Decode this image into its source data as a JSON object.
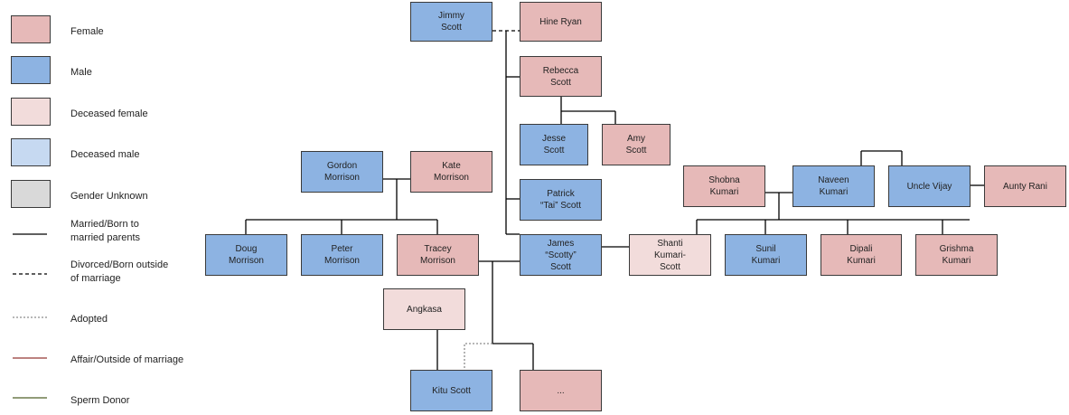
{
  "colors": {
    "female": "#e6b9b8",
    "male": "#8db3e2",
    "deceased_female": "#f2dcdb",
    "deceased_male": "#c6d9f1",
    "unknown": "#d9d9d9",
    "married": "#000000",
    "divorced": "#000000",
    "adopted": "#8c8c8c",
    "affair": "#953735",
    "sperm_donor": "#4f6228"
  },
  "legend": {
    "female": "Female",
    "male": "Male",
    "deceased_female": "Deceased female",
    "deceased_male": "Deceased male",
    "unknown": "Gender Unknown",
    "married": [
      "Married/Born to",
      "married parents"
    ],
    "divorced": [
      "Divorced/Born outside",
      "of marriage"
    ],
    "adopted": "Adopted",
    "affair": "Affair/Outside of marriage",
    "sperm_donor": "Sperm Donor"
  },
  "people": {
    "jimmy": [
      "Jimmy",
      "Scott"
    ],
    "hine": [
      "Hine Ryan"
    ],
    "rebecca": [
      "Rebecca",
      "Scott"
    ],
    "jesse": [
      "Jesse",
      "Scott"
    ],
    "amy": [
      "Amy",
      "Scott"
    ],
    "patrick": [
      "Patrick",
      "“Tai” Scott"
    ],
    "gordon": [
      "Gordon",
      "Morrison"
    ],
    "kate": [
      "Kate",
      "Morrison"
    ],
    "doug": [
      "Doug",
      "Morrison"
    ],
    "peter": [
      "Peter",
      "Morrison"
    ],
    "tracey": [
      "Tracey",
      "Morrison"
    ],
    "james": [
      "James",
      "“Scotty”",
      "Scott"
    ],
    "shanti": [
      "Shanti",
      "Kumari-",
      "Scott"
    ],
    "sunil": [
      "Sunil",
      "Kumari"
    ],
    "dipali": [
      "Dipali",
      "Kumari"
    ],
    "grishma": [
      "Grishma",
      "Kumari"
    ],
    "shobna": [
      "Shobna",
      "Kumari"
    ],
    "naveen": [
      "Naveen",
      "Kumari"
    ],
    "vijay": [
      "Uncle Vijay"
    ],
    "rani": [
      "Aunty Rani"
    ],
    "angkasa": [
      "Angkasa"
    ],
    "kitu": [
      "Kitu Scott"
    ],
    "unknown_child": [
      "..."
    ]
  }
}
